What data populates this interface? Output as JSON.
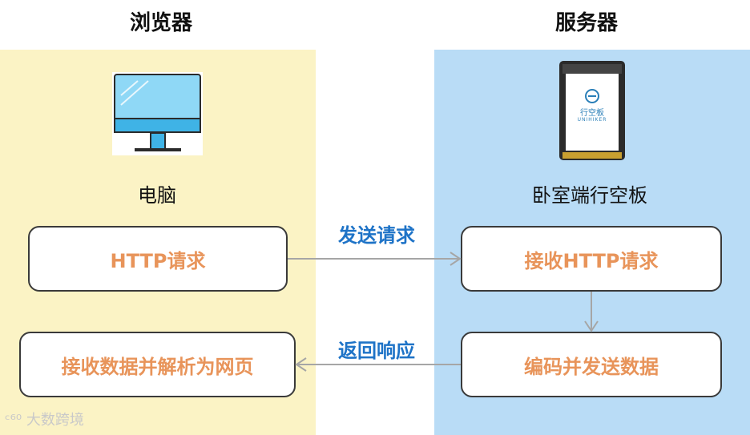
{
  "columns": {
    "left_title": "浏览器",
    "right_title": "服务器"
  },
  "devices": {
    "left_label": "电脑",
    "right_label": "卧室端行空板",
    "board_screen_text": "行空板",
    "board_screen_subtext": "UNIHIKER"
  },
  "nodes": {
    "http_request": "HTTP请求",
    "receive_parse": "接收数据并解析为网页",
    "receive_request": "接收HTTP请求",
    "encode_send": "编码并发送数据"
  },
  "edges": {
    "send_request": "发送请求",
    "return_response": "返回响应"
  },
  "watermark": "大数跨境",
  "colors": {
    "left_bg": "#fbf3c5",
    "right_bg": "#b9dcf6",
    "node_text": "#e8945a",
    "edge_text": "#1e73c7",
    "arrow": "#a6a6a6"
  }
}
